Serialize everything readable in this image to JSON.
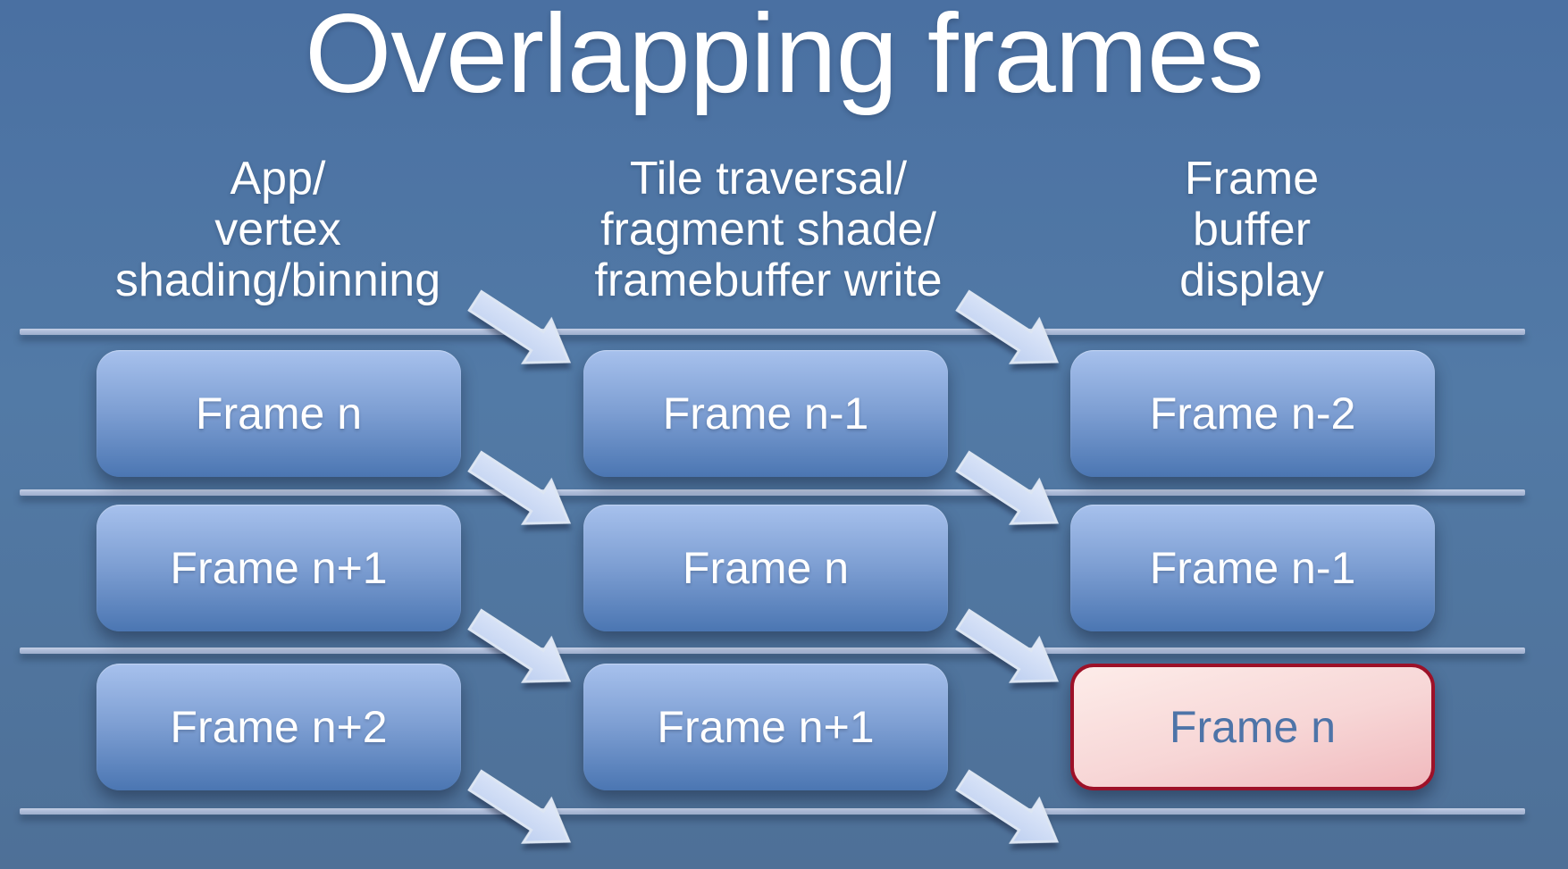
{
  "title": "Overlapping frames",
  "columns": [
    {
      "id": "app-vertex-binning",
      "header_lines": [
        "App/",
        "vertex",
        "shading/binning"
      ]
    },
    {
      "id": "tile-fragment-writeback",
      "header_lines": [
        "Tile traversal/",
        "fragment shade/",
        "framebuffer write"
      ]
    },
    {
      "id": "framebuffer-display",
      "header_lines": [
        "Frame",
        "buffer",
        "display"
      ]
    }
  ],
  "rows": [
    {
      "cells": [
        {
          "label": "Frame n"
        },
        {
          "label": "Frame n-1"
        },
        {
          "label": "Frame n-2"
        }
      ]
    },
    {
      "cells": [
        {
          "label": "Frame n+1"
        },
        {
          "label": "Frame n"
        },
        {
          "label": "Frame n-1"
        }
      ]
    },
    {
      "cells": [
        {
          "label": "Frame n+2"
        },
        {
          "label": "Frame n+1"
        },
        {
          "label": "Frame n",
          "highlight": true
        }
      ]
    }
  ],
  "arrows": {
    "count": 8,
    "direction": "down-right",
    "meaning": "frame advances to next pipeline stage each period"
  },
  "colors": {
    "bg_top": "#4a70a2",
    "bg_bottom": "#4e7097",
    "divider": "#aebcd9",
    "box_grad_top": "#a7c1ed",
    "box_grad_mid": "#7e9fd3",
    "box_grad_bottom": "#4b76b2",
    "box_text": "#ffffff",
    "hl_border": "#9d1128",
    "hl_grad_top": "#fdece9",
    "hl_grad_bottom": "#f0b9bd",
    "hl_text": "#4e74a8",
    "arrow_light": "#e2eafa",
    "arrow_dark": "#bdcff0",
    "arrow_edge": "#dde6f3",
    "header_text": "#ffffff"
  }
}
